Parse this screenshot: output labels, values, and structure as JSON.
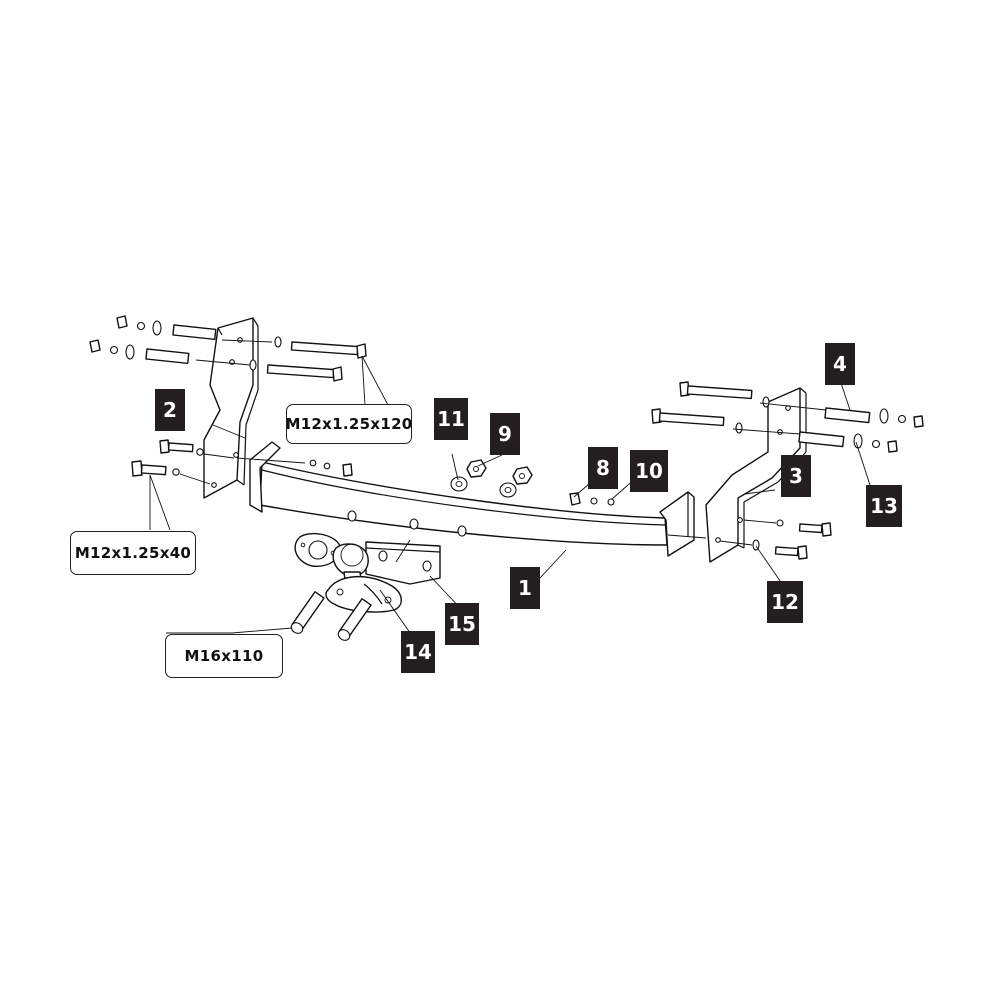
{
  "parts": [
    {
      "id": "p1",
      "number": "1"
    },
    {
      "id": "p2",
      "number": "2"
    },
    {
      "id": "p3",
      "number": "3"
    },
    {
      "id": "p4",
      "number": "4"
    },
    {
      "id": "p8",
      "number": "8"
    },
    {
      "id": "p9",
      "number": "9"
    },
    {
      "id": "p10",
      "number": "10"
    },
    {
      "id": "p11",
      "number": "11"
    },
    {
      "id": "p12",
      "number": "12"
    },
    {
      "id": "p13",
      "number": "13"
    },
    {
      "id": "p14",
      "number": "14"
    },
    {
      "id": "p15",
      "number": "15"
    }
  ],
  "specs": {
    "bolt_long": "M12x1.25x120",
    "bolt_short": "M12x1.25x40",
    "bolt_ball": "M16x110"
  },
  "colors": {
    "badge_bg": "#231f20",
    "badge_text": "#ffffff",
    "line": "#111111"
  }
}
